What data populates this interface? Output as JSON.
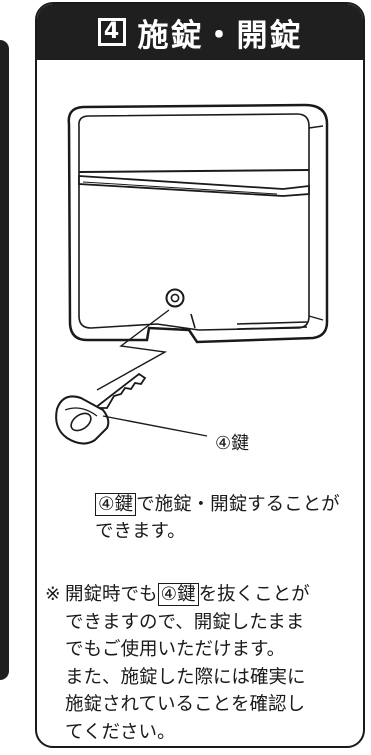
{
  "header": {
    "number": "4",
    "title": "施錠・開錠"
  },
  "figure": {
    "key_label": "④鍵"
  },
  "description": {
    "key_ref": "④鍵",
    "text_after_key": "で施錠・開錠することが",
    "line2": "できます。"
  },
  "note": {
    "mark": "※",
    "line1_before": "開錠時でも",
    "key_ref": "④鍵",
    "line1_after": "を抜くことが",
    "line2": "できますので、開錠したまま",
    "line3": "でもご使用いただけます。",
    "line4": "また、施錠した際には確実に",
    "line5": "施錠されていることを確認し",
    "line6": "てください。"
  },
  "colors": {
    "header_bg": "#1f1f1f",
    "border": "#1a1a1a",
    "text": "#1a1a1a"
  }
}
